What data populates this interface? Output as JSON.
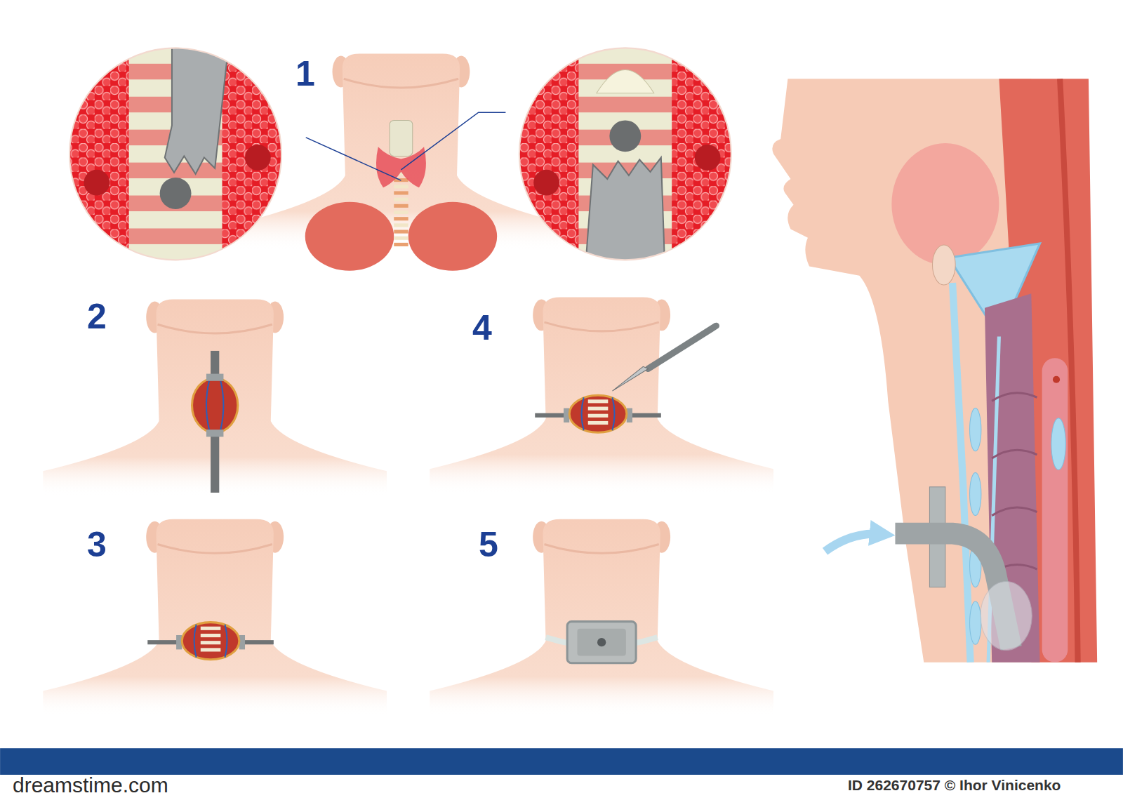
{
  "diagram": {
    "labels": [
      "1",
      "2",
      "4",
      "3",
      "5",
      "dreamstime.com",
      "ID 262670757 © Ihor Vinicenko"
    ]
  }
}
